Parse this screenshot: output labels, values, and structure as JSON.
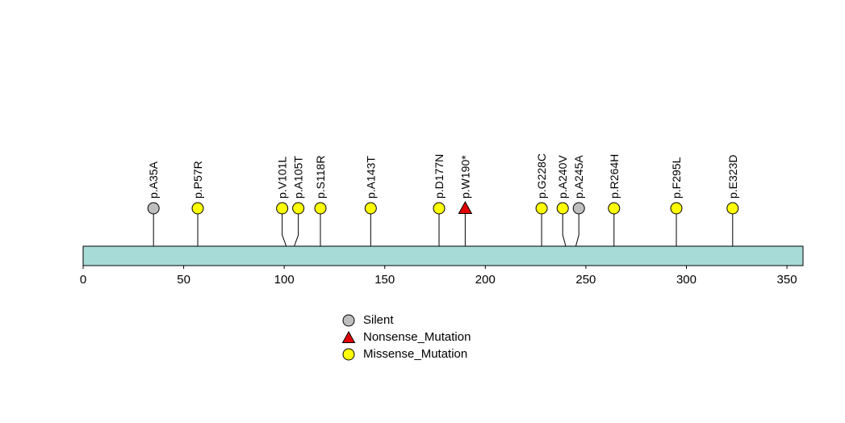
{
  "chart_data": {
    "type": "lollipop",
    "title": "",
    "xlabel": "",
    "protein": {
      "bar_color": "#a7dbd8",
      "xmax": 358
    },
    "xticks": [
      0,
      50,
      100,
      150,
      200,
      250,
      300,
      350
    ],
    "mutation_types": {
      "Silent": {
        "color": "#bebebe",
        "marker": "circle"
      },
      "Nonsense_Mutation": {
        "color": "#e00000",
        "marker": "triangle"
      },
      "Missense_Mutation": {
        "color": "#ffff00",
        "marker": "circle"
      }
    },
    "mutations": [
      {
        "label": "p.A35A",
        "position": 35,
        "type": "Silent"
      },
      {
        "label": "p.P57R",
        "position": 57,
        "type": "Missense_Mutation"
      },
      {
        "label": "p.V101L",
        "position": 101,
        "type": "Missense_Mutation"
      },
      {
        "label": "p.A105T",
        "position": 105,
        "type": "Missense_Mutation"
      },
      {
        "label": "p.S118R",
        "position": 118,
        "type": "Missense_Mutation"
      },
      {
        "label": "p.A143T",
        "position": 143,
        "type": "Missense_Mutation"
      },
      {
        "label": "p.D177N",
        "position": 177,
        "type": "Missense_Mutation"
      },
      {
        "label": "p.W190*",
        "position": 190,
        "type": "Nonsense_Mutation"
      },
      {
        "label": "p.G228C",
        "position": 228,
        "type": "Missense_Mutation"
      },
      {
        "label": "p.A240V",
        "position": 240,
        "type": "Missense_Mutation"
      },
      {
        "label": "p.A245A",
        "position": 245,
        "type": "Silent"
      },
      {
        "label": "p.R264H",
        "position": 264,
        "type": "Missense_Mutation"
      },
      {
        "label": "p.F295L",
        "position": 295,
        "type": "Missense_Mutation"
      },
      {
        "label": "p.E323D",
        "position": 323,
        "type": "Missense_Mutation"
      }
    ],
    "legend": [
      {
        "label": "Silent",
        "marker": "circle",
        "color": "#bebebe"
      },
      {
        "label": "Nonsense_Mutation",
        "marker": "triangle",
        "color": "#e00000"
      },
      {
        "label": "Missense_Mutation",
        "marker": "circle",
        "color": "#ffff00"
      }
    ]
  }
}
